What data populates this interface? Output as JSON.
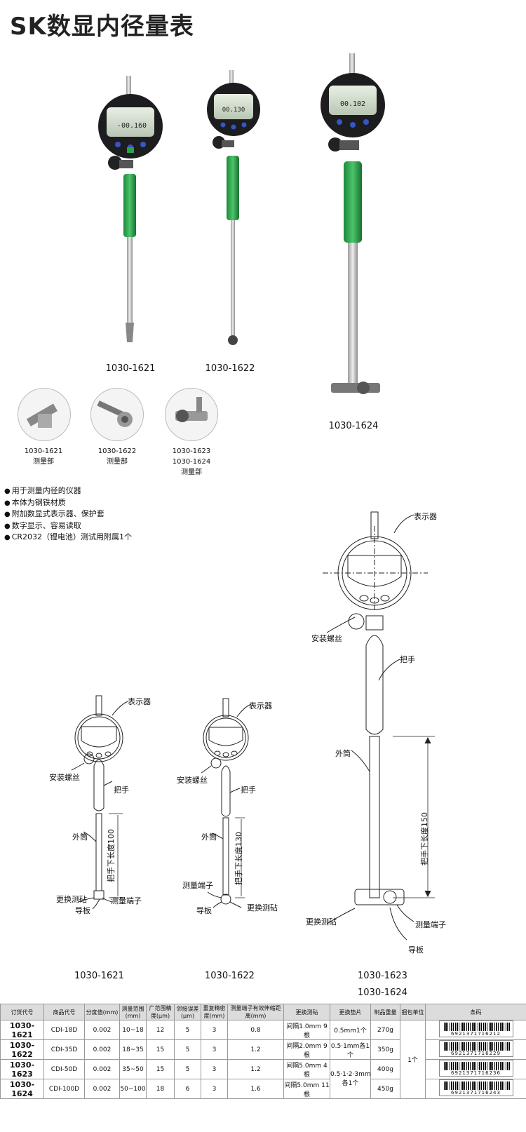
{
  "title": "SK数显内径量表",
  "products": [
    {
      "code": "1030-1621",
      "reading": "-00.160"
    },
    {
      "code": "1030-1622",
      "reading": "00.130"
    },
    {
      "code": "1030-1624",
      "reading": "00.102"
    }
  ],
  "heads": [
    {
      "code": "1030-1621",
      "label": "测量部"
    },
    {
      "code": "1030-1622",
      "label": "测量部"
    },
    {
      "code": "1030-1623",
      "code2": "1030-1624",
      "label": "测量部"
    }
  ],
  "features": [
    "用于测量内径的仪器",
    "本体为钢铁材质",
    "附加数显式表示器、保护套",
    "数字显示、容易读取",
    "CR2032（锂电池）测试用附属1个"
  ],
  "diagram_labels": {
    "indicator": "表示器",
    "mount_screw": "安装螺丝",
    "handle": "把手",
    "outer_tube": "外筒",
    "replace_anvil": "更换测砧",
    "guide_plate": "导板",
    "probe": "测量端子",
    "len100": "把手下长度100",
    "len130": "把手下长度130",
    "len150": "把手下长度150"
  },
  "diagram_codes": [
    "1030-1621",
    "1030-1622",
    "1030-1623",
    "1030-1624"
  ],
  "table": {
    "headers": [
      "订货代号",
      "商品代号",
      "分度值(mm)",
      "测量范围(mm)",
      "广范围精度(μm)",
      "邻接误差(μm)",
      "重复精密度(mm)",
      "测量端子有效伸缩距离(mm)",
      "更换测砧",
      "更换垫片",
      "制品重量",
      "捆包单位",
      "条码"
    ],
    "rows": [
      {
        "code": "1030-1621",
        "model": "CDI-18D",
        "res": "0.002",
        "range": "10~18",
        "acc": "12",
        "adj": "5",
        "rep": "3",
        "stroke": "0.8",
        "anvil": "间隔1.0mm 9根",
        "washer": "0.5mm1个",
        "weight": "270g",
        "barcode": "6921371716212"
      },
      {
        "code": "1030-1622",
        "model": "CDI-35D",
        "res": "0.002",
        "range": "18~35",
        "acc": "15",
        "adj": "5",
        "rep": "3",
        "stroke": "1.2",
        "anvil": "间隔2.0mm 9根",
        "washer": "0.5·1mm各1个",
        "weight": "350g",
        "barcode": "6921371716229"
      },
      {
        "code": "1030-1623",
        "model": "CDI-50D",
        "res": "0.002",
        "range": "35~50",
        "acc": "15",
        "adj": "5",
        "rep": "3",
        "stroke": "1.2",
        "anvil": "间隔5.0mm 4根",
        "weight": "400g",
        "barcode": "6921371716236"
      },
      {
        "code": "1030-1624",
        "model": "CDI-100D",
        "res": "0.002",
        "range": "50~100",
        "acc": "18",
        "adj": "6",
        "rep": "3",
        "stroke": "1.6",
        "anvil": "间隔5.0mm 11根",
        "weight": "450g",
        "barcode": "6921371716243"
      }
    ],
    "washer_merged": "0.5·1·2·3mm各1个",
    "pack_unit": "1个"
  }
}
